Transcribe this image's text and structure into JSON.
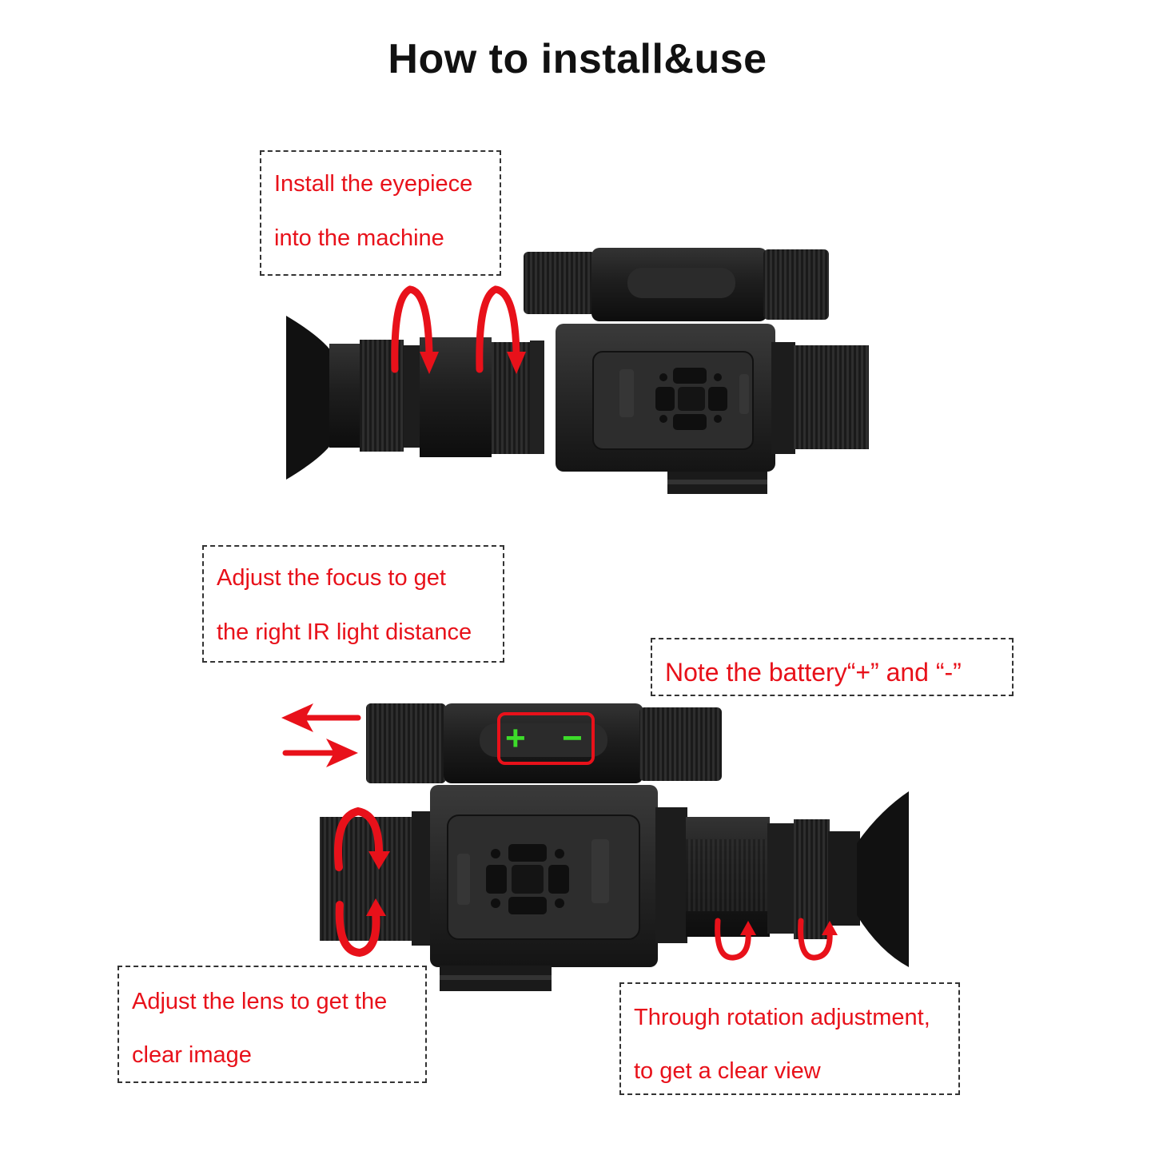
{
  "title": "How to install&use",
  "notes": {
    "eyepiece": [
      "Install the eyepiece",
      "into the machine"
    ],
    "focus": [
      "Adjust the focus to get",
      "the right IR light distance"
    ],
    "battery": [
      "Note the battery“+” and “-”"
    ],
    "lens": [
      "Adjust  the  lens  to  get  the",
      "clear image"
    ],
    "rotation": [
      "Through rotation adjustment,",
      "to get a clear view"
    ]
  },
  "battery_symbols": {
    "plus": "+",
    "minus": "−"
  },
  "colors": {
    "annotation_red": "#e8111a",
    "battery_green": "#3ddc2a",
    "device_black": "#1c1c1c"
  }
}
